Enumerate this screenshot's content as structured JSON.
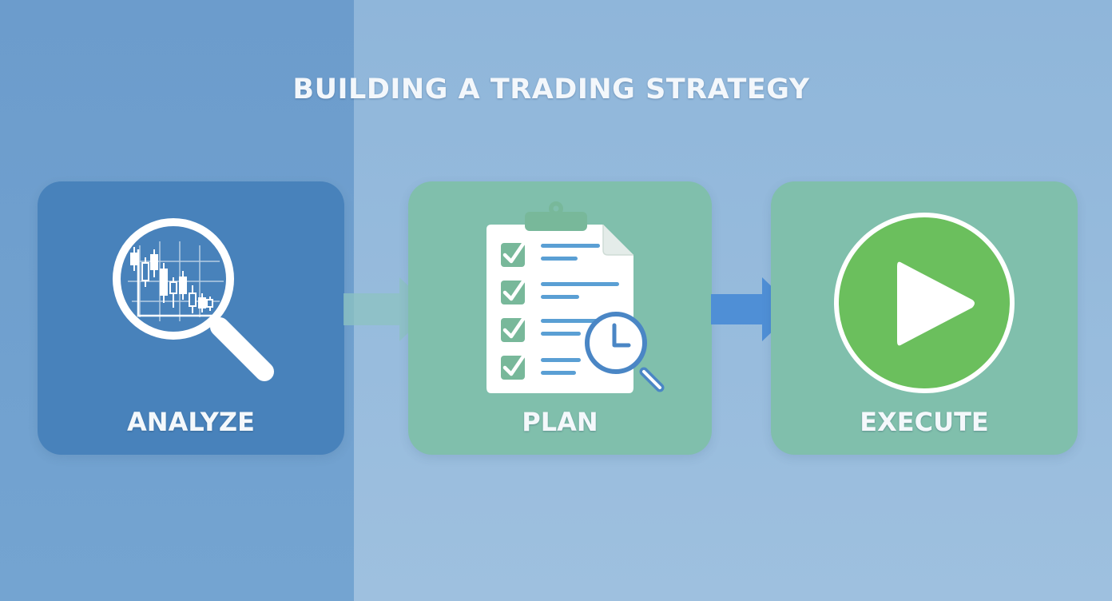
{
  "title": "BUILDING A TRADING STRATEGY",
  "steps": [
    {
      "label": "ANALYZE",
      "icon": "magnifier-chart-icon"
    },
    {
      "label": "PLAN",
      "icon": "clipboard-checklist-icon"
    },
    {
      "label": "EXECUTE",
      "icon": "play-icon"
    }
  ],
  "colors": {
    "background": "#8fb6da",
    "left_panel": "#6c9ccc",
    "analyze_card": "#4882bb",
    "plan_card": "#80bfac",
    "execute_card": "#80bfac",
    "play_green": "#6bbf5d",
    "arrow_blue": "#4f8fd6",
    "arrow_teal": "#8cc3c0"
  }
}
